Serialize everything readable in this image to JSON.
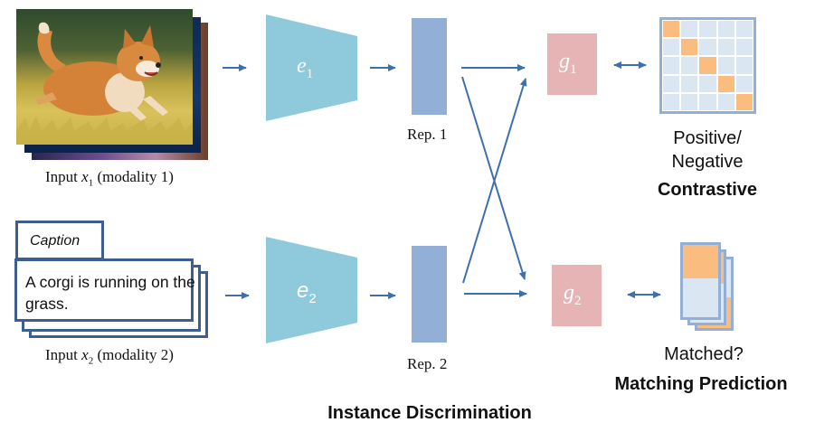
{
  "figure": {
    "title": "Instance Discrimination",
    "colors": {
      "arrow": "#3e6fae",
      "encoder": "#8ecadb",
      "representation": "#92afd7",
      "projection_head": "#e7b4b6",
      "matrix_cell": "#dbe6f3",
      "matrix_positive": "#fbbc80",
      "matrix_border": "#92afd7",
      "caption_border": "#3d5f8f"
    }
  },
  "inputs": [
    {
      "id": "x1",
      "label_prefix": "Input ",
      "var": "x",
      "sub": "1",
      "label_suffix": " (modality 1)",
      "content": "image of a corgi running on grass"
    },
    {
      "id": "x2",
      "label_prefix": "Input ",
      "var": "x",
      "sub": "2",
      "label_suffix": " (modality 2)",
      "caption_tab": "Caption",
      "caption_text": "A corgi is running on the grass."
    }
  ],
  "encoders": [
    {
      "var": "e",
      "sub": "1"
    },
    {
      "var": "e",
      "sub": "2"
    }
  ],
  "representations": [
    {
      "label": "Rep. 1"
    },
    {
      "label": "Rep. 2"
    }
  ],
  "heads": [
    {
      "var": "g",
      "sub": "1"
    },
    {
      "var": "g",
      "sub": "2"
    }
  ],
  "objectives": [
    {
      "output_line1": "Positive/",
      "output_line2": "Negative",
      "name": "Contrastive",
      "matrix_size": 5
    },
    {
      "output_line1": "Matched?",
      "name": "Matching Prediction"
    }
  ]
}
